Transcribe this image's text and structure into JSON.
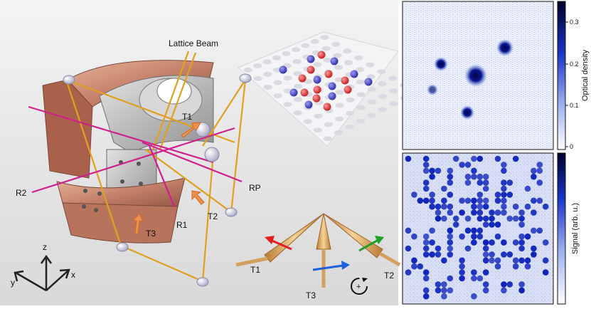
{
  "scene": {
    "lattice_beam_label": "Lattice Beam",
    "beam_labels": {
      "r1": "R1",
      "r2": "R2",
      "rp": "RP",
      "t1": "T1",
      "t2": "T2",
      "t3": "T3"
    },
    "axes": {
      "x": "x",
      "y": "y",
      "z": "z"
    },
    "arrow_legend": {
      "t1": "T1",
      "t2": "T2",
      "t3": "T3",
      "rotation_symbol": "+"
    },
    "colors": {
      "beam_orange": "#e0a020",
      "beam_magenta": "#d0208c",
      "copper": "#c98b6e",
      "steel": "#b9b9b9"
    }
  },
  "panels": {
    "top": {
      "colorbar_label": "Optical density",
      "ticks": [
        "0.3",
        "0.2",
        "0.1",
        "0"
      ]
    },
    "bottom": {
      "colorbar_label": "Signal (arb. u.)"
    }
  }
}
